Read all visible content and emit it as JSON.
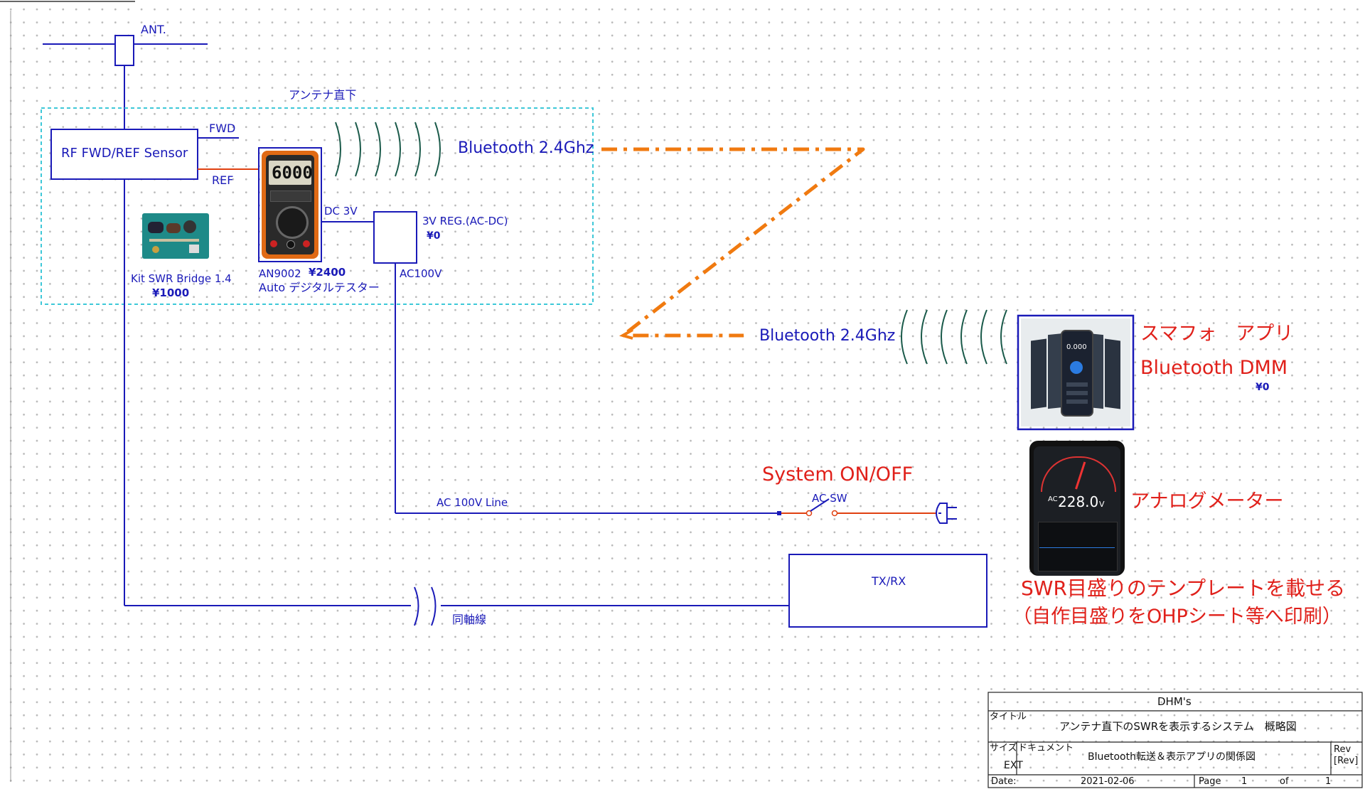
{
  "labels": {
    "ant": "ANT.",
    "antenna_top": "アンテナ直下",
    "rf_sensor": "RF FWD/REF Sensor",
    "fwd": "FWD",
    "ref": "REF",
    "bt1": "Bluetooth 2.4Ghz",
    "bt2": "Bluetooth 2.4Ghz",
    "dc3v": "DC 3V",
    "reg": "3V REG.(AC-DC)",
    "reg_price": "¥0",
    "ac100v": "AC100V",
    "kit_name": "Kit SWR Bridge 1.4",
    "kit_price": "¥1000",
    "dmm_model": "AN9002",
    "dmm_price": "¥2400",
    "dmm_desc": "Auto デジタルテスター",
    "dmm_display": "6000",
    "ac_line": "AC 100V Line",
    "system_onoff": "System ON/OFF",
    "ac_sw": "AC SW",
    "txrx": "TX/RX",
    "coax": "同軸線",
    "smartphone_app": "スマフォ　アプリ",
    "bt_dmm": "Bluetooth DMM",
    "app_price": "¥0",
    "analog_meter": "アナログメーター",
    "template_note_1": "SWR目盛りのテンプレートを載せる",
    "template_note_2": "（自作目盛りをOHPシート等へ印刷）",
    "phone_reading": "0.000",
    "meter_reading": "228.0",
    "meter_unit": "V",
    "meter_prefix": "AC"
  },
  "title_block": {
    "company": "DHM's",
    "title_label": "タイトル",
    "title": "アンテナ直下のSWRを表示するシステム　概略図",
    "size_label": "サイズ",
    "doc_label": "ドキュメント",
    "size": "EXT",
    "document": "Bluetooth転送＆表示アプリの関係図",
    "rev_label": "Rev",
    "rev": "[Rev]",
    "date_label": "Date:",
    "date": "2021-02-06",
    "page_label": "Page",
    "page": "1",
    "of_label": "of",
    "of": "1"
  },
  "colors": {
    "wire": "#1a1ab8",
    "red_wire": "#e04010",
    "cyan_box": "#3ec8d8",
    "orange_link": "#f07a10",
    "wave": "#1a5a4a",
    "note_red": "#e0201a"
  }
}
